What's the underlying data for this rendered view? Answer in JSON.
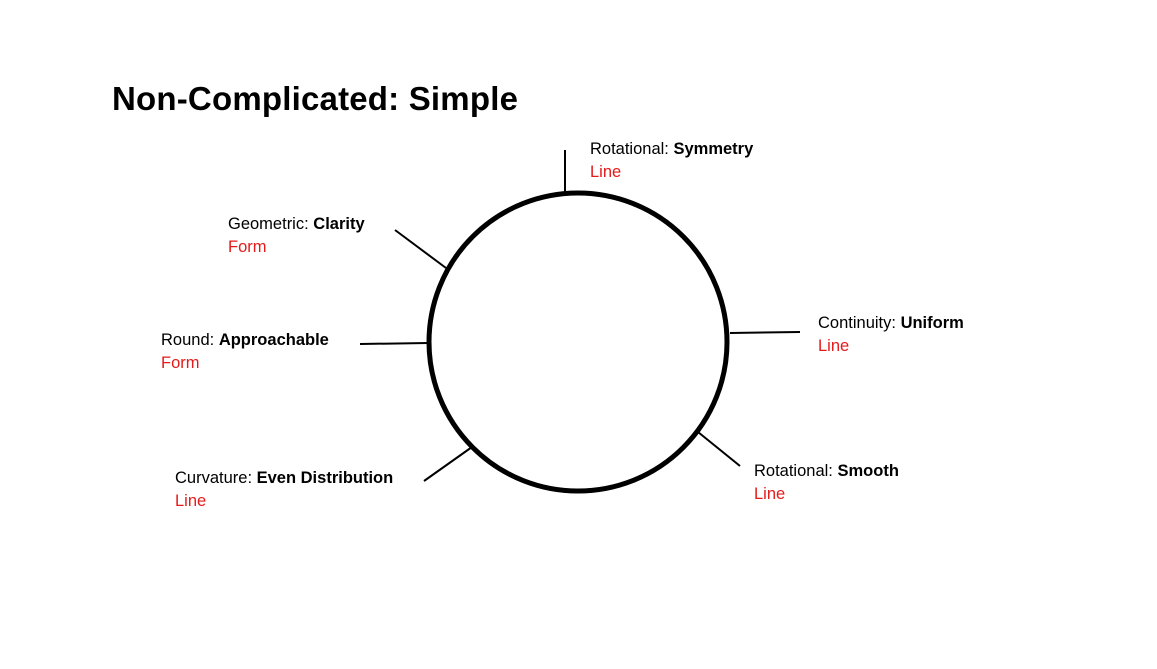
{
  "title": "Non-Complicated: Simple",
  "colors": {
    "text": "#000000",
    "category": "#e31b1b",
    "circle_stroke": "#000000",
    "background": "#ffffff"
  },
  "labels": {
    "top": {
      "prefix": "Rotational:",
      "term": "Symmetry",
      "category": "Line"
    },
    "upper_left": {
      "prefix": "Geometric:",
      "term": "Clarity",
      "category": "Form"
    },
    "right": {
      "prefix": "Continuity:",
      "term": "Uniform",
      "category": "Line"
    },
    "left": {
      "prefix": "Round:",
      "term": "Approachable",
      "category": "Form"
    },
    "lower_right": {
      "prefix": "Rotational:",
      "term": "Smooth",
      "category": "Line"
    },
    "lower_left": {
      "prefix": "Curvature:",
      "term": "Even Distribution",
      "category": "Line"
    }
  }
}
